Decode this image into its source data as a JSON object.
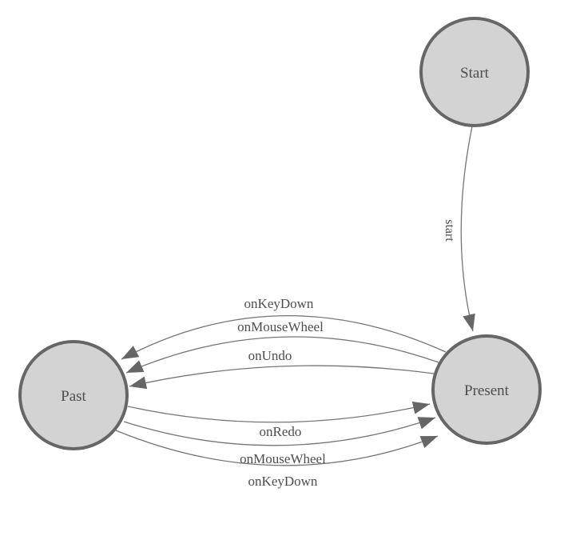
{
  "diagram": {
    "type": "state-machine",
    "background": "#ffffff",
    "colors": {
      "node_fill": "#d3d3d3",
      "node_stroke": "#666666",
      "edge_stroke": "#757575",
      "arrowhead_fill": "#666666",
      "label_text": "#4d4d4d"
    },
    "nodes": [
      {
        "id": "start",
        "label": "Start"
      },
      {
        "id": "present",
        "label": "Present"
      },
      {
        "id": "past",
        "label": "Past"
      }
    ],
    "edges": [
      {
        "from": "Start",
        "to": "Present",
        "label": "start"
      },
      {
        "from": "Present",
        "to": "Past",
        "label": "onKeyDown"
      },
      {
        "from": "Present",
        "to": "Past",
        "label": "onMouseWheel"
      },
      {
        "from": "Present",
        "to": "Past",
        "label": "onUndo"
      },
      {
        "from": "Past",
        "to": "Present",
        "label": "onRedo"
      },
      {
        "from": "Past",
        "to": "Present",
        "label": "onMouseWheel"
      },
      {
        "from": "Past",
        "to": "Present",
        "label": "onKeyDown"
      }
    ]
  }
}
